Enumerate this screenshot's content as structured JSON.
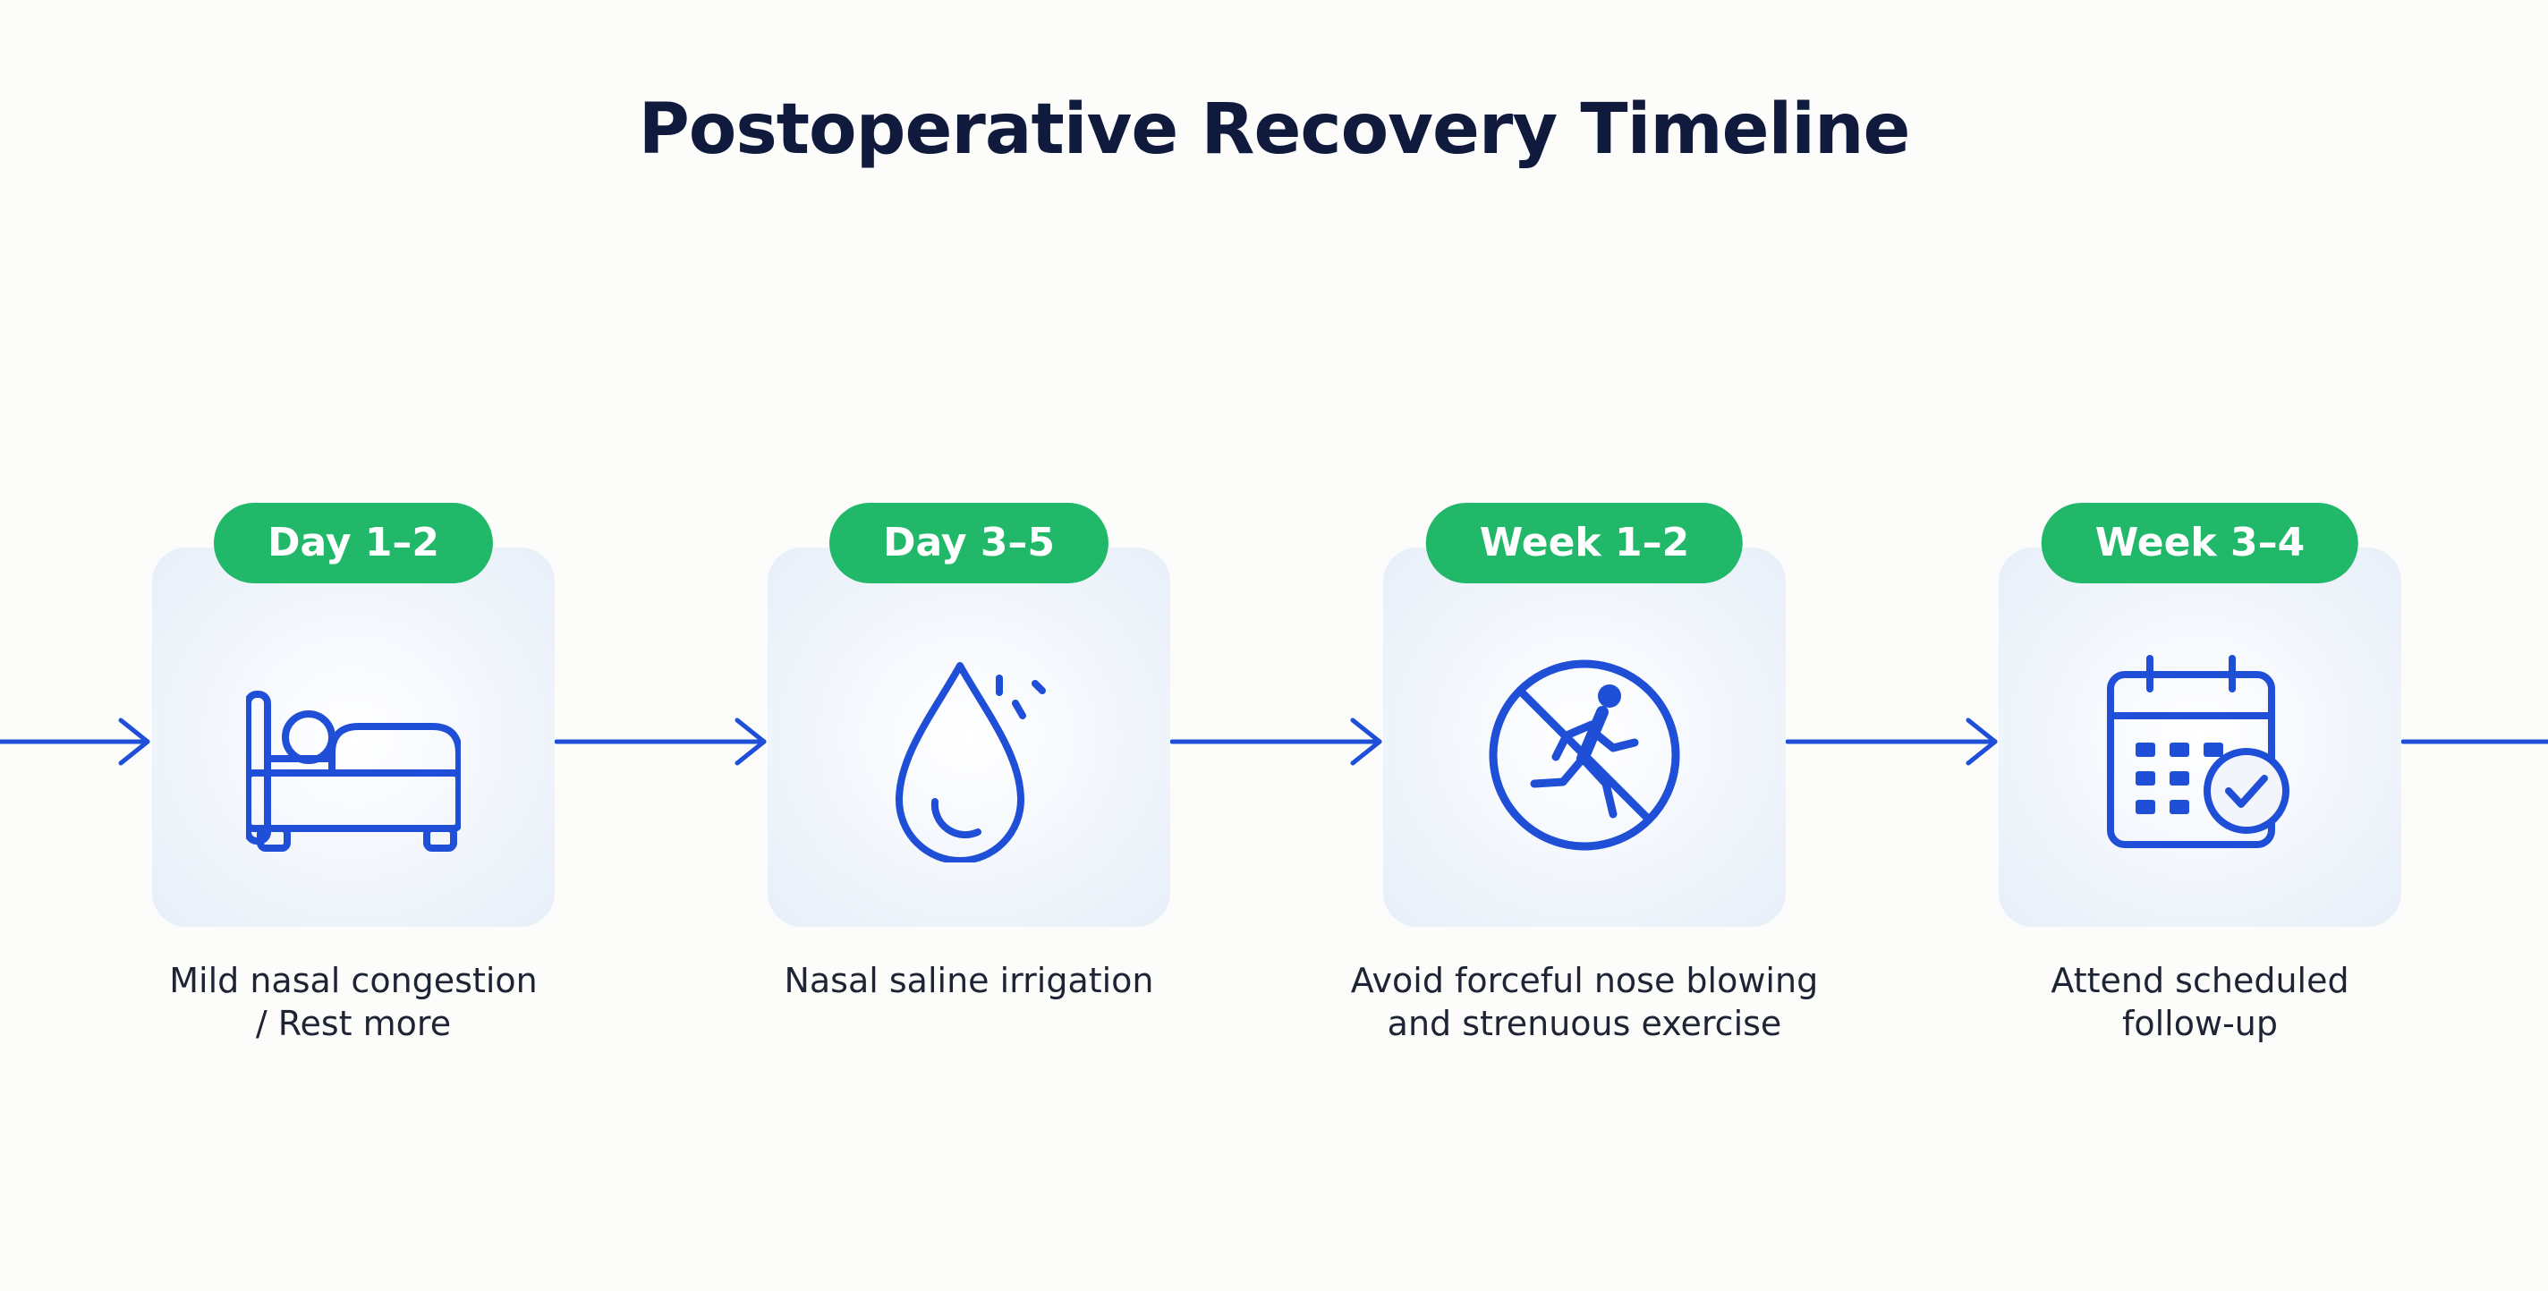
{
  "title": "Postoperative Recovery Timeline",
  "colors": {
    "accent_blue": "#1f4fd6",
    "badge_green": "#22b86a",
    "title_navy": "#0f1a3d"
  },
  "steps": [
    {
      "badge": "Day 1–2",
      "icon": "bed-icon",
      "caption_lines": [
        "Mild nasal congestion",
        "/ Rest more"
      ]
    },
    {
      "badge": "Day 3–5",
      "icon": "saline-drop-icon",
      "caption_lines": [
        "Nasal saline irrigation"
      ]
    },
    {
      "badge": "Week 1–2",
      "icon": "no-exercise-icon",
      "caption_lines": [
        "Avoid forceful nose blowing",
        "and strenuous exercise"
      ]
    },
    {
      "badge": "Week 3–4",
      "icon": "calendar-check-icon",
      "caption_lines": [
        "Attend scheduled",
        "follow-up"
      ]
    }
  ]
}
